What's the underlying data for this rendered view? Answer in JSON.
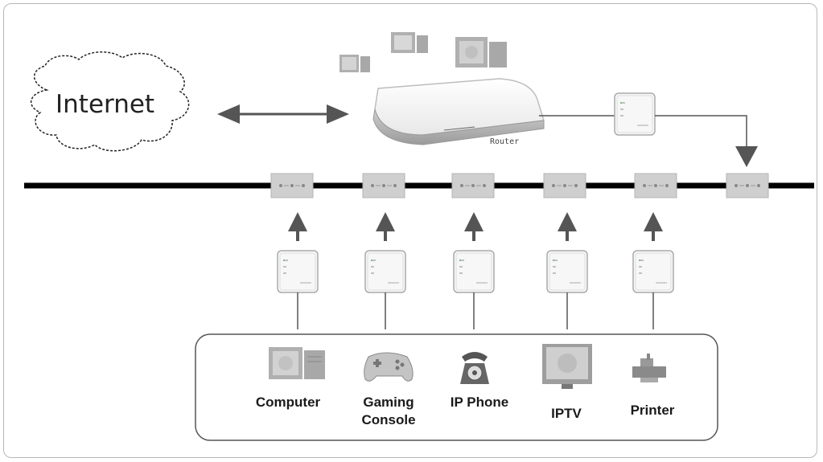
{
  "cloud": {
    "label": "Internet"
  },
  "router": {
    "label": "Router"
  },
  "devices": [
    {
      "label": "Computer",
      "icon": "computer-icon"
    },
    {
      "label": "Gaming Console",
      "icon": "gamepad-icon"
    },
    {
      "label": "IP Phone",
      "icon": "phone-icon"
    },
    {
      "label": "IPTV",
      "icon": "tv-icon"
    },
    {
      "label": "Printer",
      "icon": "printer-icon"
    }
  ],
  "colors": {
    "powerline": "#000000",
    "arrow": "#555555",
    "outlet": "#cfcfcf",
    "adapter": "#f5f5f5",
    "border": "#777777"
  }
}
